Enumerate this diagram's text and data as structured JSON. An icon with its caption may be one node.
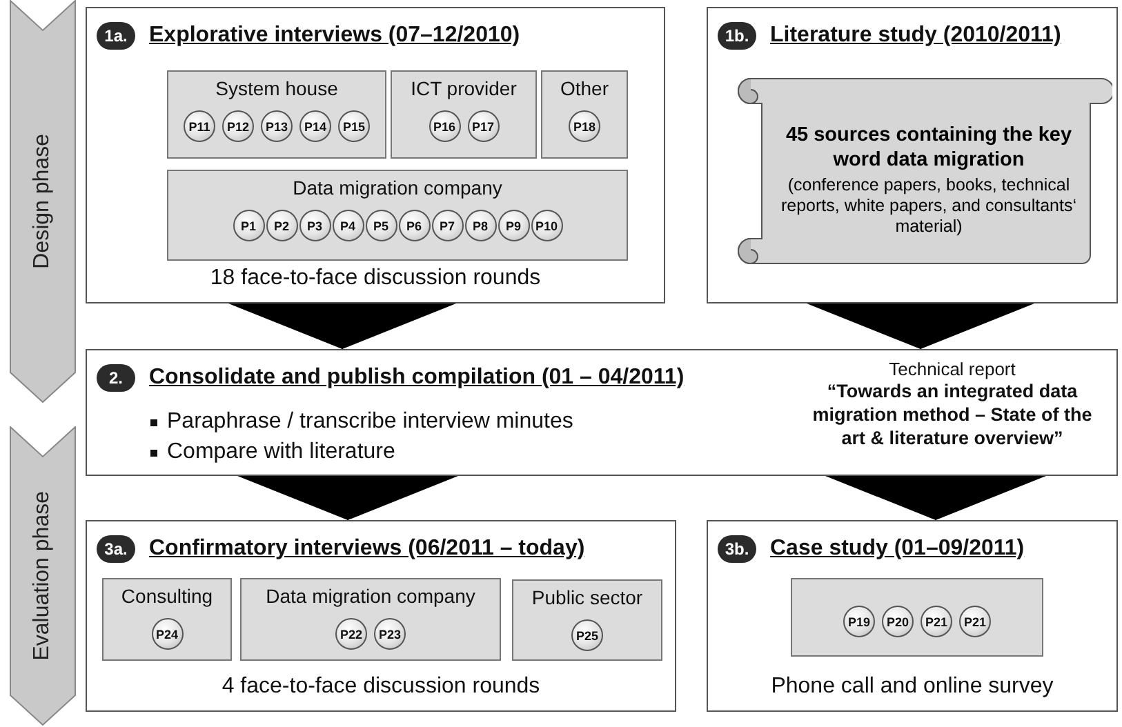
{
  "diagram": {
    "nodes": [
      {
        "text": [
          "1a.",
          "Explorative interviews (07–12/2010)",
          "18 face-to-face discussion rounds"
        ]
      },
      {
        "text": [
          "System house"
        ],
        "in": 0
      },
      {
        "text": [
          "P11"
        ],
        "in": 1
      },
      {
        "text": [
          "P12"
        ],
        "in": 1
      },
      {
        "text": [
          "P13"
        ],
        "in": 1
      },
      {
        "text": [
          "P14"
        ],
        "in": 1
      },
      {
        "text": [
          "P15"
        ],
        "in": 1
      },
      {
        "text": [
          "ICT provider"
        ],
        "in": 0
      },
      {
        "text": [
          "P16"
        ],
        "in": 7
      },
      {
        "text": [
          "P17"
        ],
        "in": 7
      },
      {
        "text": [
          "Other"
        ],
        "in": 0
      },
      {
        "text": [
          "P18"
        ],
        "in": 10
      },
      {
        "text": [
          "Data migration company"
        ],
        "in": 0
      },
      {
        "text": [
          "P1"
        ],
        "in": 12
      },
      {
        "text": [
          "P2"
        ],
        "in": 12
      },
      {
        "text": [
          "P3"
        ],
        "in": 12
      },
      {
        "text": [
          "P4"
        ],
        "in": 12
      },
      {
        "text": [
          "P5"
        ],
        "in": 12
      },
      {
        "text": [
          "P6"
        ],
        "in": 12
      },
      {
        "text": [
          "P7"
        ],
        "in": 12
      },
      {
        "text": [
          "P8"
        ],
        "in": 12
      },
      {
        "text": [
          "P9"
        ],
        "in": 12
      },
      {
        "text": [
          "P10"
        ],
        "in": 12
      },
      {
        "text": [
          "1b.",
          "Literature study (2010/2011)"
        ]
      },
      {
        "text": [
          "45 sources containing the key word data migration",
          "(conference papers, books, technical reports, white papers, and consultants‘ material)"
        ],
        "in": 23
      },
      {
        "text": [
          "2.",
          "Consolidate and publish compilation (01 – 04/2011)",
          "Paraphrase / transcribe interview minutes",
          "Compare with literature",
          "Technical report",
          "“Towards an integrated data migration method – State of the art & literature overview”"
        ]
      },
      {
        "text": [
          "3a.",
          "Confirmatory interviews (06/2011 – today)",
          "4 face-to-face discussion rounds"
        ]
      },
      {
        "text": [
          "Consulting"
        ],
        "in": 26
      },
      {
        "text": [
          "P24"
        ],
        "in": 27
      },
      {
        "text": [
          "Data migration company"
        ],
        "in": 26
      },
      {
        "text": [
          "P22"
        ],
        "in": 29
      },
      {
        "text": [
          "P23"
        ],
        "in": 29
      },
      {
        "text": [
          "Public sector"
        ],
        "in": 26
      },
      {
        "text": [
          "P25"
        ],
        "in": 32
      },
      {
        "text": [
          "3b.",
          "Case study (01–09/2011)",
          "Phone call and online survey"
        ]
      },
      {
        "text": [],
        "shape": "box",
        "in": 34
      },
      {
        "text": [
          "P19"
        ],
        "in": 35
      },
      {
        "text": [
          "P20"
        ],
        "in": 35
      },
      {
        "text": [
          "P21"
        ],
        "in": 35
      },
      {
        "text": [
          "P21"
        ],
        "in": 35
      },
      {
        "text": [
          "Design phase"
        ]
      },
      {
        "text": [
          "Evaluation phase"
        ]
      }
    ],
    "edges": [
      {
        "from": 0,
        "to": 25,
        "arrow": "to"
      },
      {
        "from": 23,
        "to": 25,
        "arrow": "to"
      },
      {
        "from": 25,
        "to": 26,
        "arrow": "to"
      },
      {
        "from": 25,
        "to": 34,
        "arrow": "to"
      }
    ]
  }
}
